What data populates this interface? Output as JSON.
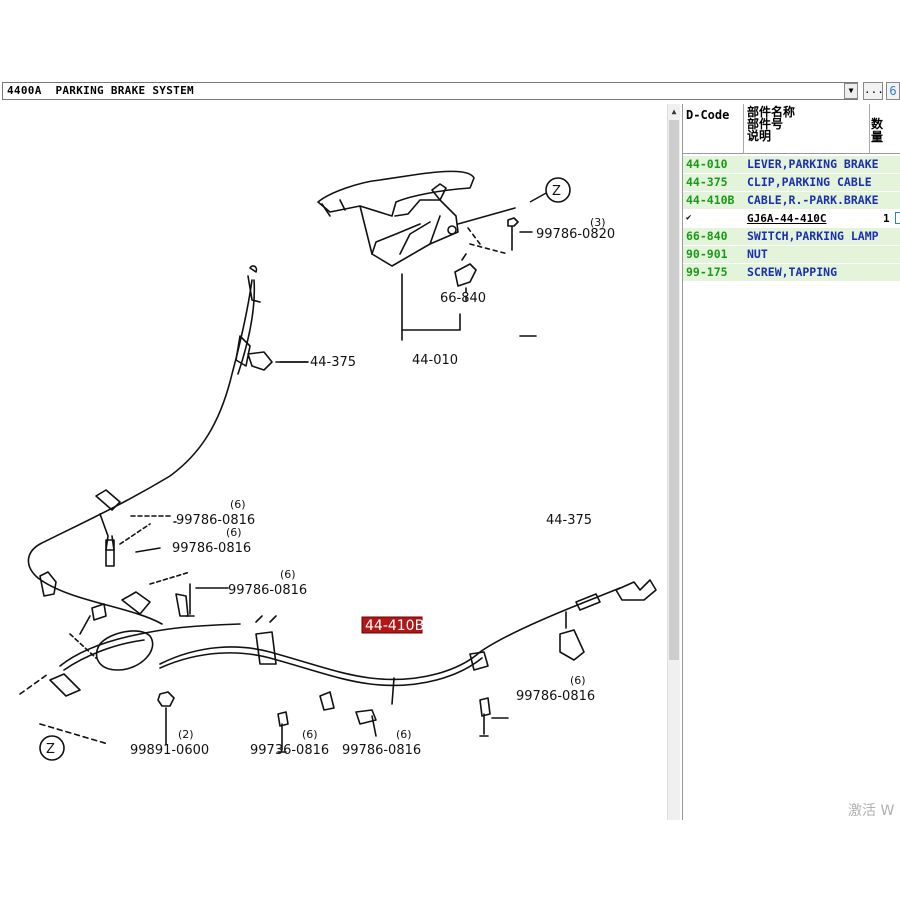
{
  "window": {
    "title": "4400A  PARKING BRAKE SYSTEM",
    "dropdown_glyph": "▼",
    "more_label": "...",
    "refresh_icon": "refresh-icon",
    "refresh_glyph": "6"
  },
  "parts_table": {
    "headers": {
      "dcode": "D-Code",
      "name_lines": [
        "部件名称",
        "部件号",
        "说明"
      ],
      "qty": "数量"
    },
    "rows": [
      {
        "code": "44-010",
        "name": "LEVER,PARKING BRAKE"
      },
      {
        "code": "44-375",
        "name": "CLIP,PARKING CABLE"
      },
      {
        "code": "44-410B",
        "name": "CABLE,R.-PARK.BRAKE"
      }
    ],
    "subrow": {
      "checked": "✔",
      "part_no": "GJ6A-44-410C",
      "qty": "1"
    },
    "rows2": [
      {
        "code": "66-840",
        "name": "SWITCH,PARKING LAMP"
      },
      {
        "code": "90-901",
        "name": "NUT"
      },
      {
        "code": "99-175",
        "name": "SCREW,TAPPING"
      }
    ]
  },
  "diagram": {
    "callout_selected": "44-410B",
    "ref_z_top": "Z",
    "ref_z_bottom": "Z",
    "labels": {
      "lever": "44-010",
      "switch": "66-840",
      "clip_top": "44-375",
      "clip_right": "44-375",
      "bolt_top": "99786-0820",
      "bolt_top_qty": "(3)",
      "bolt_a": "99786-0816",
      "bolt_a_qty": "(6)",
      "bolt_b": "99786-0816",
      "bolt_b_qty": "(6)",
      "bolt_c": "99786-0816",
      "bolt_c_qty": "(6)",
      "bolt_right": "99786-0816",
      "bolt_right_qty": "(6)",
      "nut": "99891-0600",
      "nut_qty": "(2)",
      "bolt_d": "99736-0816",
      "bolt_d_qty": "(6)",
      "bolt_e": "99786-0816",
      "bolt_e_qty": "(6)"
    }
  },
  "watermark": "激活 W"
}
